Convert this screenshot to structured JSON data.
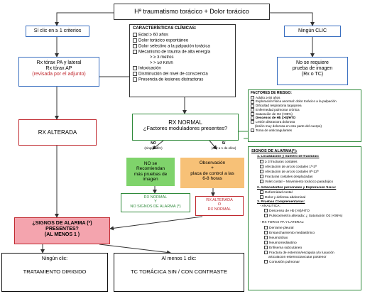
{
  "top": {
    "title": "Hª traumatismo torácico + Dolor torácico"
  },
  "si_clic": {
    "label": "Sí clic en ≥ 1 criterios"
  },
  "ninguno_clic_right": {
    "label": "Ningún CLIC"
  },
  "rx_box": {
    "line1": "Rx tórax PA y lateral",
    "line2": "Rx tórax AP",
    "line3": "(revisada por el adjunto)"
  },
  "clinical": {
    "title": "CARACTERÍSTICAS CLÍNICAS:",
    "items": [
      "Edad ≥ 60 años",
      "Dolor torácico espontáneo",
      "Dolor selectivo a la palpación torácica",
      "Mecanismo de trauma de alta energía",
      "Intoxicación",
      "Disminución del nivel de consciencia",
      "Presencia de lesiones distractoras"
    ],
    "sub": [
      "≥ 3 metros",
      "> 50 Km/h"
    ]
  },
  "no_imaging": {
    "line1": "No se requiere",
    "line2": "prueba de imagen",
    "line3": "(Rx o TC)"
  },
  "risk": {
    "title": "FACTORES DE RIESGO:",
    "items": [
      "Adulto ≥ 60 años",
      "Exploración física anormal: dolor torácico a la palpación",
      "Dificultad respiratoria taquipnea",
      "Enfermedad pulmonar crónica",
      "Saturación de O2 (<95%)",
      "Descenso de Hb (>8)/HTO",
      "Lesión distractora dolorosa",
      "(lesión muy dolorosa en otra parte del cuerpo)",
      "Toma de anticoagulantes"
    ]
  },
  "rx_alterada": {
    "label": "RX ALTERADA"
  },
  "rx_normal": {
    "line1": "RX NORMAL",
    "line2": "¿Factores moduladores presentes?"
  },
  "branch_no": {
    "line1": "NO",
    "line2": "(ningún dfcr)"
  },
  "branch_si": {
    "line1": "Sí",
    "line2": "(dfcr ≥ 1 de ellos)"
  },
  "no_recom": {
    "line1": "NO se",
    "line2": "Recomiendan",
    "line3": "más pruebas de imagen"
  },
  "observacion": {
    "line1": "Observación",
    "line2": "+",
    "line3": "placa de control a las",
    "line4": "6-8 horas"
  },
  "rx_normal_small": {
    "line1": "RX NORMAL",
    "line2": "Y",
    "line3": "NO SIGNOS DE ALARMA (*)"
  },
  "rx_alt_o_normal": {
    "line1": "RX ALTERADA",
    "line2": "O",
    "line3": "RX NORMAL"
  },
  "alarm": {
    "title": "SIGNOS DE ALARMA(*):",
    "s1_title": "1.  Localización y número de fracturas:",
    "s1_items": [
      "≥ 3 fracturas costales",
      "Afectación de arcos costales 1ª-3ª",
      "Afectación de arcos costales 8ª-12ª",
      "Fracturas costales desplazadas",
      "Volet costal – Movimiento torácico paradójico"
    ],
    "s2_title": "2.  Antecedentes personales y Exploración física:",
    "s2_items": [
      "Deformidad costal",
      "Dolor y defensa abdominal"
    ],
    "s3_title": "3.  Pruebas Complementarias:",
    "s3_sub": "- ANALÍTICA:",
    "s3_items": [
      "Descenso de Hb (>8)/HTO",
      "Pulsioximetría alterada: ¿ Saturación O2 (<95%)"
    ],
    "s3_sub2": "- RX TÓRAX PA Y LATERAL:",
    "s3_items2": [
      "Derrame pleural",
      "Ensanchamiento mediastínico",
      "Neumotórax",
      "Neumomediastino",
      "Enfisema subcutáneo",
      "Fractura de esternón/escápula y/o luxación",
      "articulación esternoclavicular posterior",
      "Contusión pulmonar"
    ]
  },
  "signos_question": {
    "line1": "¿SIGNOS DE ALARMA (*)",
    "line2": "PRESENTES?",
    "line3": "(AL MENOS 1 )"
  },
  "ninguno_bottom": {
    "header": "Ningún clic:",
    "label": "TRATAMIENTO DIRIGIDO"
  },
  "al_menos": {
    "header": "Al menos 1 clic:",
    "label": "TC TORÁCICA SIN / CON CONTRASTE"
  },
  "colors": {
    "red": "#c0282e",
    "blue": "#3a6fc0",
    "green": "#2f8a3a",
    "pink": "#f4a4ae",
    "orange": "#f7c177",
    "lightgreen": "#7fd36b"
  }
}
